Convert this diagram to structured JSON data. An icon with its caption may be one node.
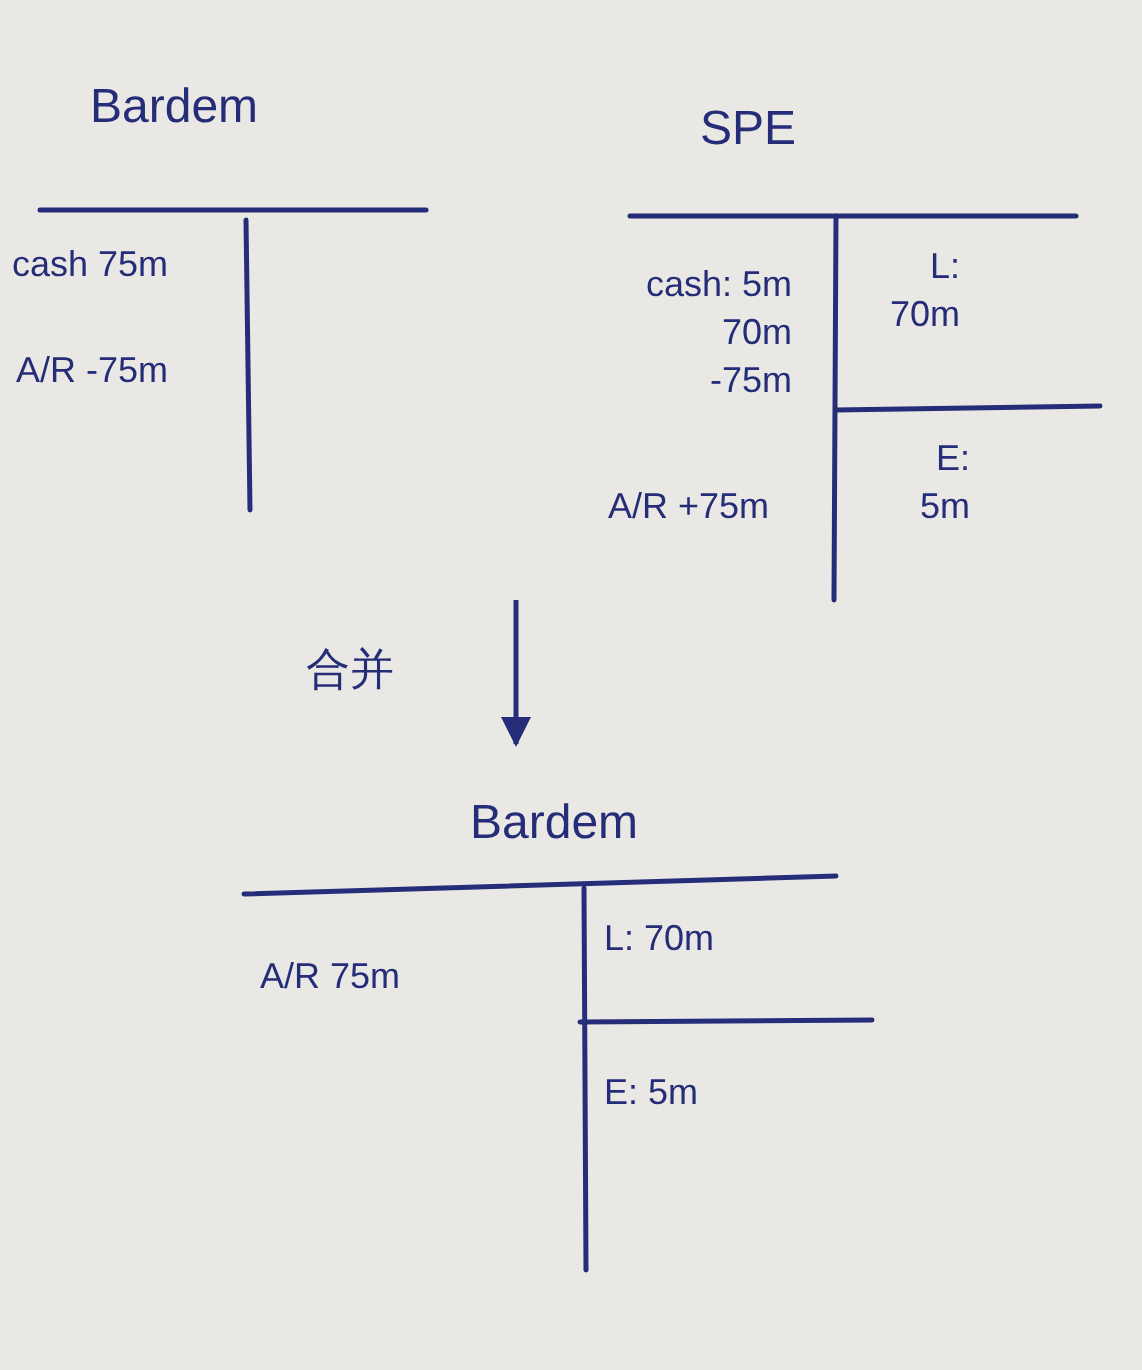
{
  "diagram": {
    "nodes": [
      {
        "text": [
          "Bardem",
          "cash 75m",
          "A/R -75m"
        ]
      },
      {
        "text": [
          "SPE",
          "cash: 5m 70m -75m",
          "A/R +75m",
          "L: 70m",
          "E: 5m"
        ]
      },
      {
        "text": [
          "Bardem",
          "A/R 75m",
          "L: 70m",
          "E: 5m"
        ]
      }
    ],
    "edges": [
      {
        "from": null,
        "to": 2,
        "arrow": "to",
        "label": "合并"
      }
    ]
  }
}
